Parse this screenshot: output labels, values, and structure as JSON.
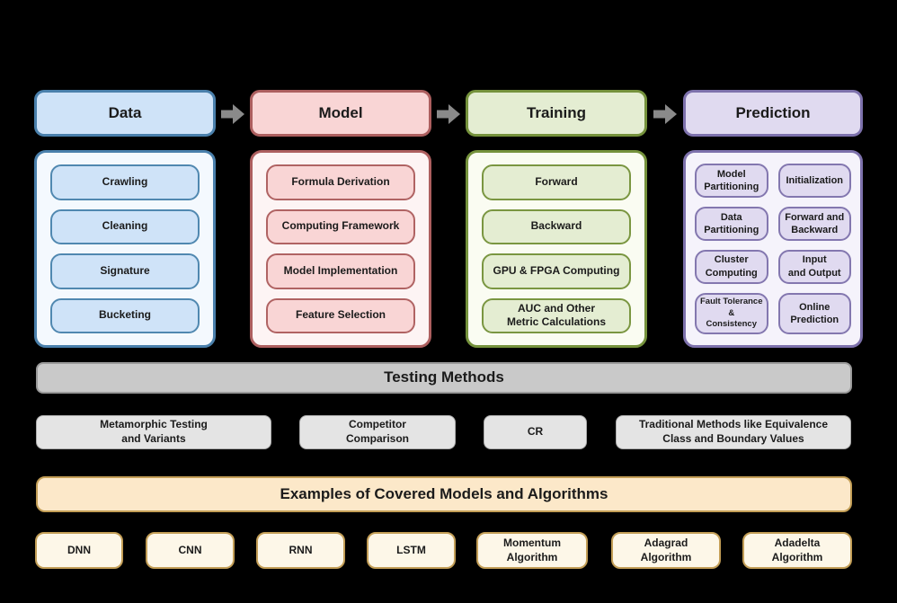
{
  "stages": [
    {
      "label": "Data",
      "items": [
        {
          "label": "Crawling"
        },
        {
          "label": "Cleaning"
        },
        {
          "label": "Signature"
        },
        {
          "label": "Bucketing"
        }
      ]
    },
    {
      "label": "Model",
      "items": [
        {
          "label": "Formula Derivation"
        },
        {
          "label": "Computing Framework"
        },
        {
          "label": "Model Implementation"
        },
        {
          "label": "Feature Selection"
        }
      ]
    },
    {
      "label": "Training",
      "items": [
        {
          "label": "Forward"
        },
        {
          "label": "Backward"
        },
        {
          "label": "GPU & FPGA Computing"
        },
        {
          "label": "AUC and Other\nMetric Calculations"
        }
      ]
    },
    {
      "label": "Prediction",
      "grid_items": [
        {
          "label": "Model\nPartitioning"
        },
        {
          "label": "Initialization"
        },
        {
          "label": "Data\nPartitioning"
        },
        {
          "label": "Forward and\nBackward"
        },
        {
          "label": "Cluster\nComputing"
        },
        {
          "label": "Input\nand Output"
        },
        {
          "label": "Fault Tolerance &\nConsistency"
        },
        {
          "label": "Online\nPrediction"
        }
      ]
    }
  ],
  "testing": {
    "title": "Testing Methods",
    "methods": [
      {
        "label": "Metamorphic Testing\nand Variants"
      },
      {
        "label": "Competitor\nComparison"
      },
      {
        "label": "CR"
      },
      {
        "label": "Traditional Methods like Equivalence\nClass and Boundary Values"
      }
    ]
  },
  "examples": {
    "title": "Examples of Covered Models and Algorithms",
    "items": [
      {
        "label": "DNN"
      },
      {
        "label": "CNN"
      },
      {
        "label": "RNN"
      },
      {
        "label": "LSTM"
      },
      {
        "label": "Momentum\nAlgorithm"
      },
      {
        "label": "Adagrad\nAlgorithm"
      },
      {
        "label": "Adadelta\nAlgorithm"
      }
    ]
  },
  "colors": {
    "background": "#000000",
    "data_border": "#4a80ac",
    "data_fill": "#cfe3f8",
    "model_border": "#ad5f5f",
    "model_fill": "#f9d5d5",
    "training_border": "#75923c",
    "training_fill": "#e4edd2",
    "prediction_border": "#7d71ac",
    "prediction_fill": "#e0daf0",
    "testing_band_fill": "#c9c9c9",
    "testing_item_fill": "#e4e4e4",
    "examples_band_fill": "#fce8c9",
    "examples_item_fill": "#fdf7e8",
    "examples_border": "#c39e56",
    "arrow": "#8a8a8a"
  }
}
